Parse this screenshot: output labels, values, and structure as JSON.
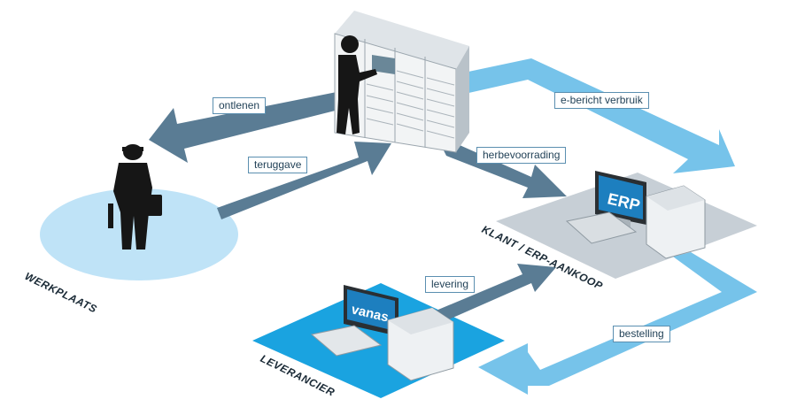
{
  "labels": {
    "ontlenen": "ontlenen",
    "teruggave": "teruggave",
    "herbevoorrading": "herbevoorrading",
    "e_bericht_verbruik": "e-bericht verbruik",
    "levering": "levering",
    "bestelling": "bestelling"
  },
  "zones": {
    "werkplaats": "WERKPLAATS",
    "klant": "KLANT / ERP-AANKOOP",
    "leverancier": "LEVERANCIER"
  },
  "screens": {
    "erp": "ERP",
    "vanas": "vanas"
  },
  "colors": {
    "dark_arrow": "#5a7c94",
    "light_arrow": "#76c3ea",
    "workshop_disc": "#bfe3f7",
    "client_plate": "#c7cfd6",
    "supplier_plate": "#1aa3e0"
  }
}
